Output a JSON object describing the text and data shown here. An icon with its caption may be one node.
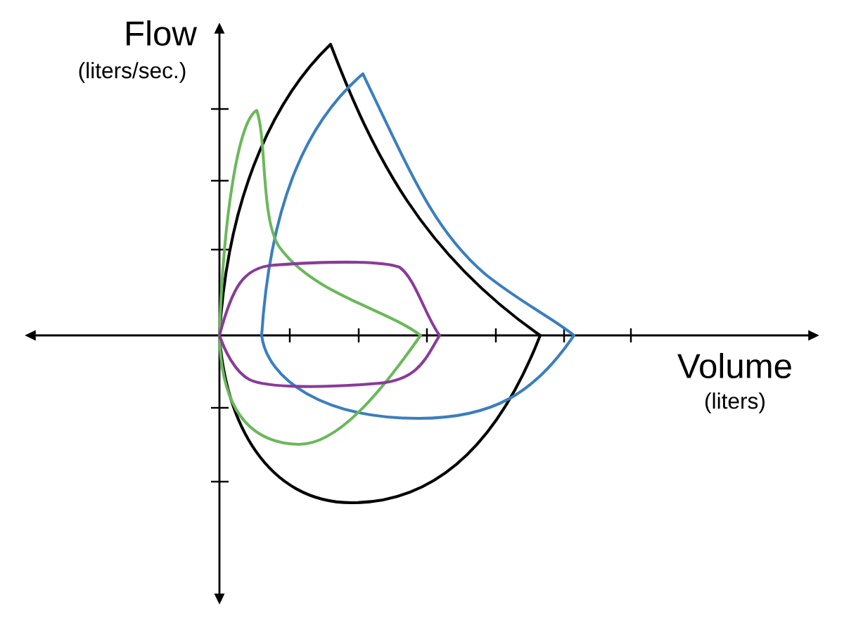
{
  "diagram": {
    "labels": [
      "Flow",
      "(liters/sec.)",
      "Volume",
      "(liters)"
    ]
  }
}
